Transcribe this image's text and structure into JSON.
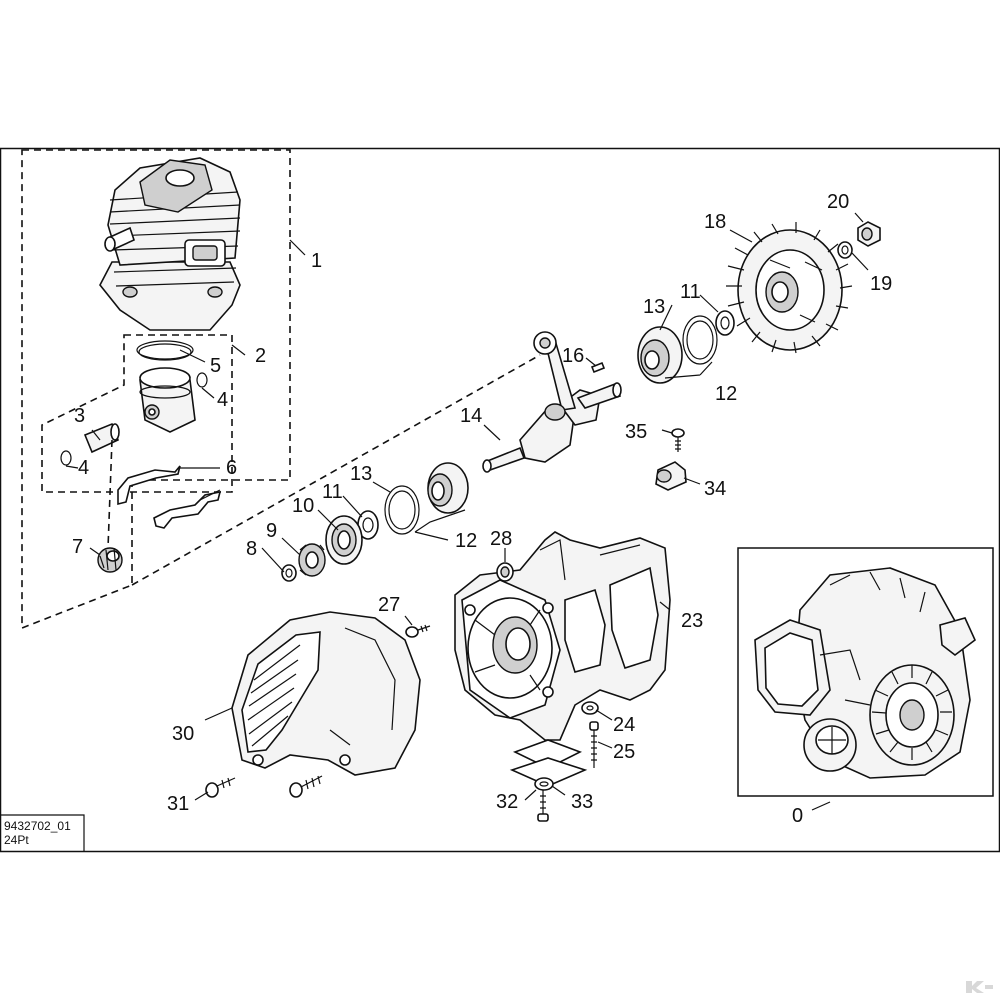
{
  "drawing": {
    "id_line1": "9432702_01",
    "id_line2": "24Pt",
    "accent_color": "#111111",
    "background_color": "#ffffff"
  },
  "callouts": {
    "c0": "0",
    "c1": "1",
    "c2": "2",
    "c3": "3",
    "c4a": "4",
    "c4b": "4",
    "c5": "5",
    "c6": "6",
    "c7": "7",
    "c8": "8",
    "c9": "9",
    "c10": "10",
    "c11a": "11",
    "c11b": "11",
    "c12a": "12",
    "c12b": "12",
    "c13a": "13",
    "c13b": "13",
    "c14": "14",
    "c16": "16",
    "c18": "18",
    "c19": "19",
    "c20": "20",
    "c23": "23",
    "c24": "24",
    "c25": "25",
    "c27": "27",
    "c28": "28",
    "c30": "30",
    "c31": "31",
    "c32": "32",
    "c33": "33",
    "c34": "34",
    "c35": "35"
  },
  "watermark": {
    "icon": "brand-logo-icon"
  }
}
